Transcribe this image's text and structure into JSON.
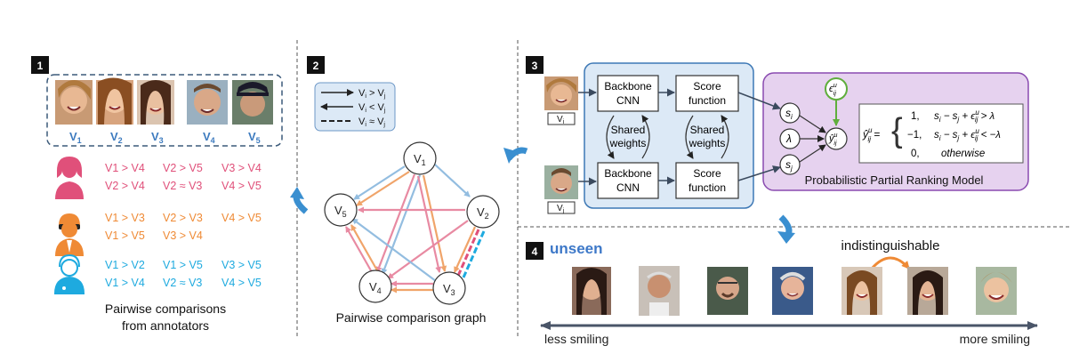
{
  "colors": {
    "annotator1": "#e0507a",
    "annotator2": "#ef8a35",
    "annotator3": "#1eaadf",
    "v_label": "#3d7bbf",
    "cnn_bg": "#dce9f6",
    "cnn_border": "#3d78b5",
    "ranking_bg": "#e6d2ef",
    "ranking_border": "#8a4bb0",
    "epsilon_border": "#5fae3c",
    "unseen": "#3d78c8",
    "axis": "#4a5568"
  },
  "panel1": {
    "badge": "1",
    "v_labels": [
      "V",
      "V",
      "V",
      "V",
      "V"
    ],
    "v_subs": [
      "1",
      "2",
      "3",
      "4",
      "5"
    ],
    "annotators": [
      {
        "icon": "female-annotator-icon",
        "rows": [
          [
            "V1 > V4",
            "V2 > V5",
            "V3 > V4"
          ],
          [
            "V2 > V4",
            "V2 ≈ V3",
            "V4 > V5"
          ]
        ]
      },
      {
        "icon": "male-annotator-icon",
        "rows": [
          [
            "V1 > V3",
            "V2 > V3",
            "V4 > V5"
          ],
          [
            "V1 > V5",
            "V3 > V4",
            ""
          ]
        ]
      },
      {
        "icon": "headset-annotator-icon",
        "rows": [
          [
            "V1 > V2",
            "V1 > V5",
            "V3 > V5"
          ],
          [
            "V1 > V4",
            "V2 ≈ V3",
            "V4 > V5"
          ]
        ]
      }
    ],
    "caption_line1": "Pairwise comparisons",
    "caption_line2": "from annotators"
  },
  "panel2": {
    "badge": "2",
    "legend": [
      {
        "style": "solid-right",
        "label": "V",
        "sub1": "i",
        "op": " > ",
        "label2": "V",
        "sub2": "j"
      },
      {
        "style": "solid-left",
        "label": "V",
        "sub1": "i",
        "op": " < ",
        "label2": "V",
        "sub2": "j"
      },
      {
        "style": "dashed",
        "label": "V",
        "sub1": "i",
        "op": " ≈ ",
        "label2": "V",
        "sub2": "j"
      }
    ],
    "nodes": [
      {
        "id": "v1",
        "label": "V",
        "sub": "1"
      },
      {
        "id": "v2",
        "label": "V",
        "sub": "2"
      },
      {
        "id": "v3",
        "label": "V",
        "sub": "3"
      },
      {
        "id": "v4",
        "label": "V",
        "sub": "4"
      },
      {
        "id": "v5",
        "label": "V",
        "sub": "5"
      }
    ],
    "caption": "Pairwise comparison graph"
  },
  "panel3": {
    "badge": "3",
    "input_i": "V",
    "input_i_sub": "i",
    "input_j": "V",
    "input_j_sub": "j",
    "backbone_line1": "Backbone",
    "backbone_line2": "CNN",
    "score_line1": "Score",
    "score_line2": "function",
    "shared_line1": "Shared",
    "shared_line2": "weights",
    "ranking_title": "Probabilistic Partial Ranking Model",
    "formula_cases": [
      {
        "value": "1,",
        "cond": "s",
        "cond_sub": "i",
        "cond_rest": " − s",
        "cond_sub2": "j",
        "cond_tail": " + ϵ",
        "tail_sup": "u",
        "tail_sub": "ij",
        "tail_end": " > λ"
      },
      {
        "value": "−1,",
        "cond": "s",
        "cond_sub": "i",
        "cond_rest": " − s",
        "cond_sub2": "j",
        "cond_tail": " + ϵ",
        "tail_sup": "u",
        "tail_sub": "ij",
        "tail_end": " < −λ"
      },
      {
        "value": "0,",
        "cond": "otherwise"
      }
    ]
  },
  "panel4": {
    "badge": "4",
    "unseen_label": "unseen",
    "indistinguishable": "indistinguishable",
    "less": "less smiling",
    "more": "more smiling"
  }
}
